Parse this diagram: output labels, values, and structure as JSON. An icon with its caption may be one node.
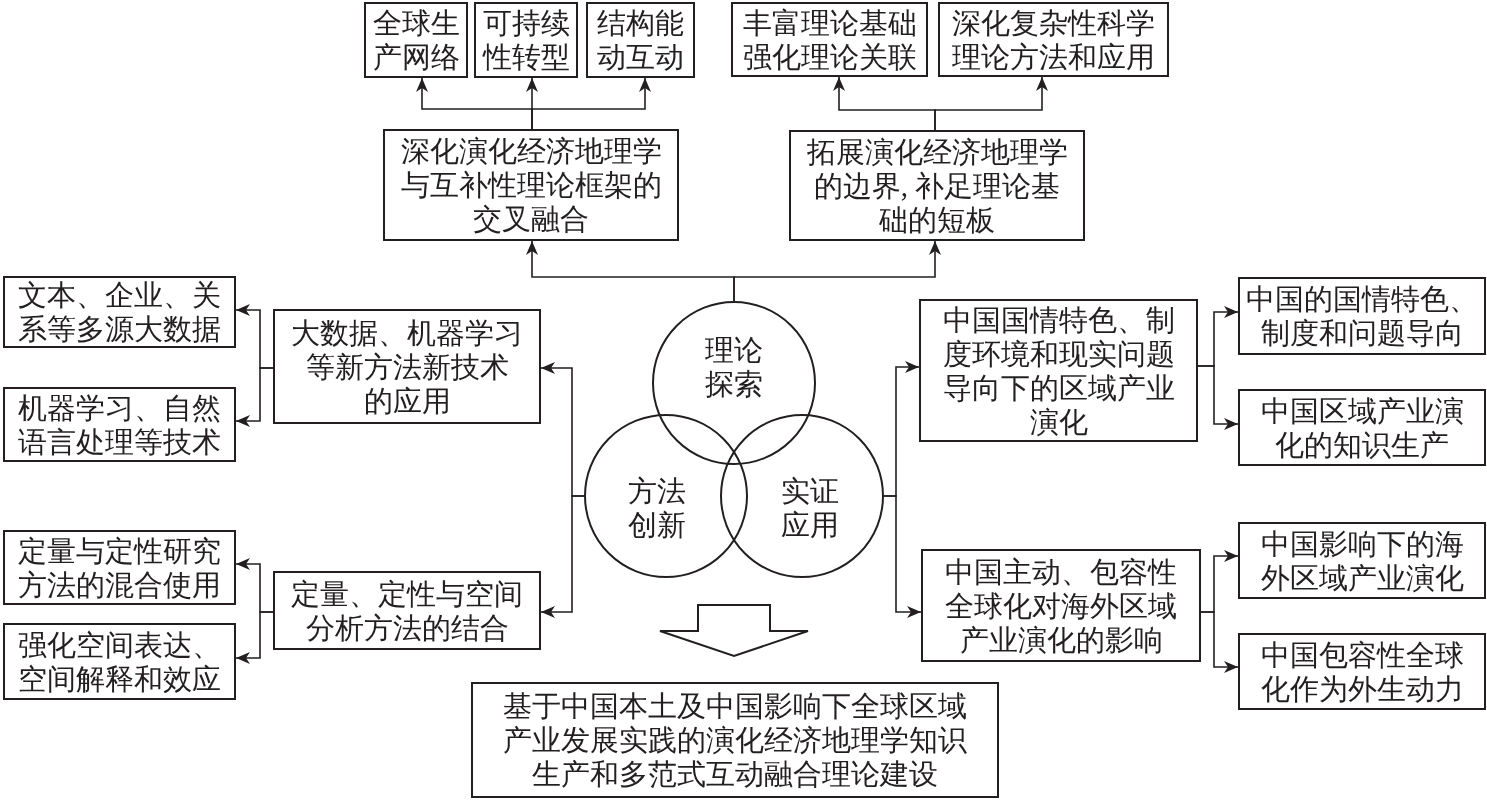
{
  "diagram": {
    "nodes": [
      {
        "text": [
          "全球生产网络"
        ]
      },
      {
        "text": [
          "可持续性转型"
        ]
      },
      {
        "text": [
          "结构能动互动"
        ]
      },
      {
        "text": [
          "丰富理论基础强化理论关联"
        ]
      },
      {
        "text": [
          "深化复杂性科学理论方法和应用"
        ]
      },
      {
        "text": [
          "深化演化经济地理学与互补性理论框架的交叉融合"
        ]
      },
      {
        "text": [
          "拓展演化经济地理学的边界, 补足理论基础的短板"
        ]
      },
      {
        "text": [
          "理论探索"
        ]
      },
      {
        "text": [
          "方法创新"
        ]
      },
      {
        "text": [
          "实证应用"
        ]
      },
      {
        "text": [
          "大数据、机器学习等新方法新技术的应用"
        ]
      },
      {
        "text": [
          "文本、企业、关系等多源大数据"
        ]
      },
      {
        "text": [
          "机器学习、自然语言处理等技术"
        ]
      },
      {
        "text": [
          "定量、定性与空间分析方法的结合"
        ]
      },
      {
        "text": [
          "定量与定性研究方法的混合使用"
        ]
      },
      {
        "text": [
          "强化空间表达、空间解释和效应"
        ]
      },
      {
        "text": [
          "中国国情特色、制度环境和现实问题导向下的区域产业演化"
        ]
      },
      {
        "text": [
          "中国主动、包容性全球化对海外区域产业演化的影响"
        ]
      },
      {
        "text": [
          "中国的国情特色、制度和问题导向"
        ]
      },
      {
        "text": [
          "中国区域产业演化的知识生产"
        ]
      },
      {
        "text": [
          "中国影响下的海外区域产业演化"
        ]
      },
      {
        "text": [
          "中国包容性全球化作为外生动力"
        ]
      },
      {
        "text": [
          "基于中国本土及中国影响下全球区域产业发展实践的演化经济地理学知识生产和多范式互动融合理论建设"
        ]
      }
    ],
    "edges": [
      {
        "from": 5,
        "to": 0,
        "arrow": "to"
      },
      {
        "from": 5,
        "to": 1,
        "arrow": "to"
      },
      {
        "from": 5,
        "to": 2,
        "arrow": "to"
      },
      {
        "from": 6,
        "to": 3,
        "arrow": "to"
      },
      {
        "from": 6,
        "to": 4,
        "arrow": "to"
      },
      {
        "from": 7,
        "to": 5,
        "arrow": "to"
      },
      {
        "from": 7,
        "to": 6,
        "arrow": "to"
      },
      {
        "from": 8,
        "to": 10,
        "arrow": "to"
      },
      {
        "from": 8,
        "to": 13,
        "arrow": "to"
      },
      {
        "from": 10,
        "to": 11,
        "arrow": "to"
      },
      {
        "from": 10,
        "to": 12,
        "arrow": "to"
      },
      {
        "from": 13,
        "to": 14,
        "arrow": "to"
      },
      {
        "from": 13,
        "to": 15,
        "arrow": "to"
      },
      {
        "from": 9,
        "to": 16,
        "arrow": "to"
      },
      {
        "from": 9,
        "to": 17,
        "arrow": "to"
      },
      {
        "from": 16,
        "to": 18,
        "arrow": "to"
      },
      {
        "from": 16,
        "to": 19,
        "arrow": "to"
      },
      {
        "from": 17,
        "to": 20,
        "arrow": "to"
      },
      {
        "from": 17,
        "to": 21,
        "arrow": "to"
      },
      {
        "from": null,
        "to": 22,
        "arrow": "to",
        "style": "thick"
      }
    ]
  }
}
